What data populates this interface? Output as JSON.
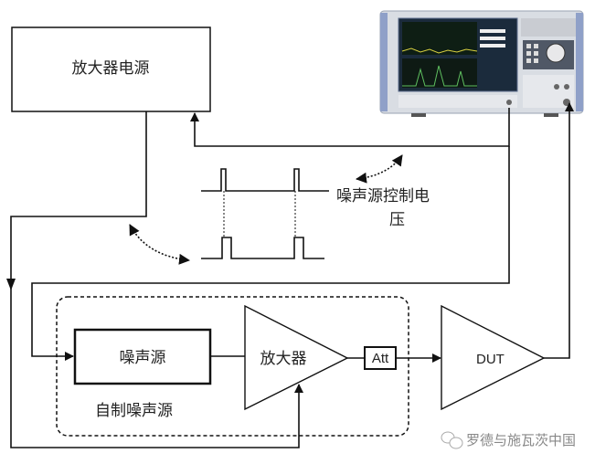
{
  "diagram": {
    "power_supply_label": "放大器电源",
    "control_voltage_label_line1": "噪声源控制电",
    "control_voltage_label_line2": "压",
    "noise_source_label": "噪声源",
    "amplifier_label": "放大器",
    "attenuator_label": "Att",
    "dut_label": "DUT",
    "homemade_noise_source_label": "自制噪声源",
    "instrument_icon": "signal-analyzer-image"
  },
  "watermark": {
    "text": "罗德与施瓦茨中国",
    "icon": "wechat-icon"
  }
}
